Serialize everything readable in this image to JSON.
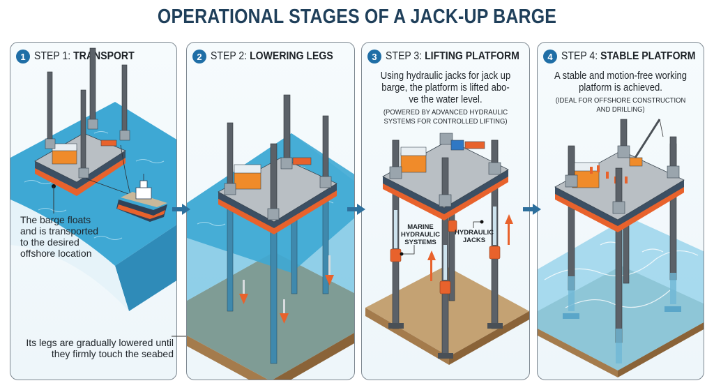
{
  "title": "OPERATIONAL STAGES OF A JACK-UP BARGE",
  "colors": {
    "title": "#1f3f5a",
    "badge": "#1f6ea6",
    "water": "#3aa6cf",
    "hull_orange": "#e8622c",
    "deck_gray": "#b9bfc4",
    "leg_gray": "#5b6168",
    "seabed": "#a47b4c",
    "arrow_blue": "#2d6f9c"
  },
  "steps": [
    {
      "number": "1",
      "prefix": "STEP 1: ",
      "name": "TRANSPORT",
      "callout": "The barge floats and is transported to the desired offshore location",
      "illustration": "barge-towed-by-tugboat"
    },
    {
      "number": "2",
      "prefix": "STEP 2: ",
      "name": "LOWERING LEGS",
      "callout": "Its legs are gradually lowered until they firmly touch the seabed",
      "illustration": "legs-lowering-to-seabed"
    },
    {
      "number": "3",
      "prefix": "STEP 3: ",
      "name": "LIFTING PLATFORM",
      "description": "Using hydraulic jacks for jack up barge, the platform is lifted above the water level.",
      "description_lines": [
        "Using hydraulic jacks for jack up",
        "barge, the platform is lifted abo-",
        "ve the water level."
      ],
      "note_lines": [
        "(POWERED BY ADVANCED HYDRAULIC",
        "SYSTEMS FOR CONTROLLED LIFTING)"
      ],
      "labels": {
        "marine_lines": [
          "MARINE",
          "HYDRAULIC",
          "SYSTEMS"
        ],
        "jacks_lines": [
          "HYDRAULIC",
          "JACKS"
        ]
      },
      "illustration": "platform-lifted-by-jacks"
    },
    {
      "number": "4",
      "prefix": "STEP 4: ",
      "name": "STABLE PLATFORM",
      "description_lines": [
        "A stable and motion-free working",
        "platform is achieved."
      ],
      "note_lines": [
        "(IDEAL FOR OFFSHORE CONSTRUCTION",
        "AND DRILLING)"
      ],
      "illustration": "elevated-platform-with-crane-and-workers"
    }
  ],
  "callout_lines": {
    "step1": [
      "The barge floats",
      "and is transported",
      "to the desired",
      "offshore location"
    ],
    "step2": [
      "Its legs are gradually lowered until",
      "they firmly touch the seabed"
    ]
  },
  "flow_arrows": [
    "step1-to-step2",
    "step2-to-step3",
    "step3-to-step4"
  ]
}
